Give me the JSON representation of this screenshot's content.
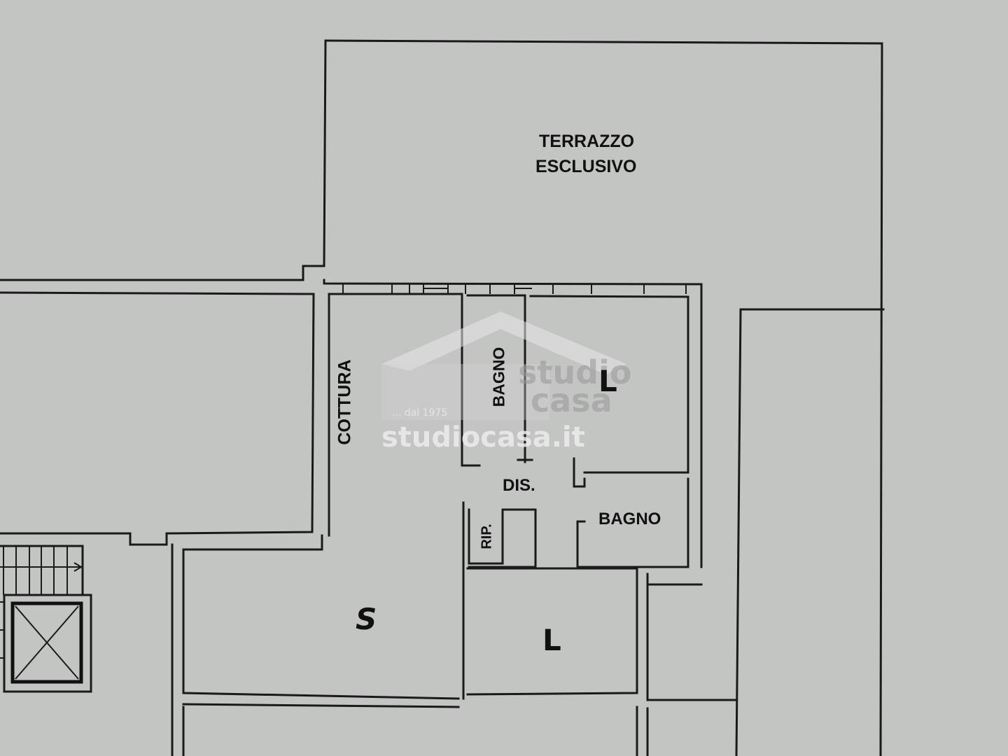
{
  "plan": {
    "background": "#c3c5c3",
    "line_color": "#1a1a1a",
    "rooms": [
      {
        "id": "terrace",
        "label_line1": "TERRAZZO",
        "label_line2": "ESCLUSIVO"
      },
      {
        "id": "cooking",
        "label": "COTTURA"
      },
      {
        "id": "bath1",
        "label": "BAGNO"
      },
      {
        "id": "bath2",
        "label": "BAGNO"
      },
      {
        "id": "hall",
        "label": "DIS."
      },
      {
        "id": "storage",
        "label": "RIP."
      },
      {
        "id": "bedroom1",
        "handwritten": "L"
      },
      {
        "id": "bedroom2",
        "handwritten": "L"
      },
      {
        "id": "living",
        "handwritten": "S"
      }
    ],
    "features": [
      "staircase",
      "elevator-shaft"
    ]
  },
  "watermark": {
    "brand_top": "studio",
    "brand_bottom": "casa",
    "since": "... dal 1975",
    "url": "studiocasa.it"
  }
}
